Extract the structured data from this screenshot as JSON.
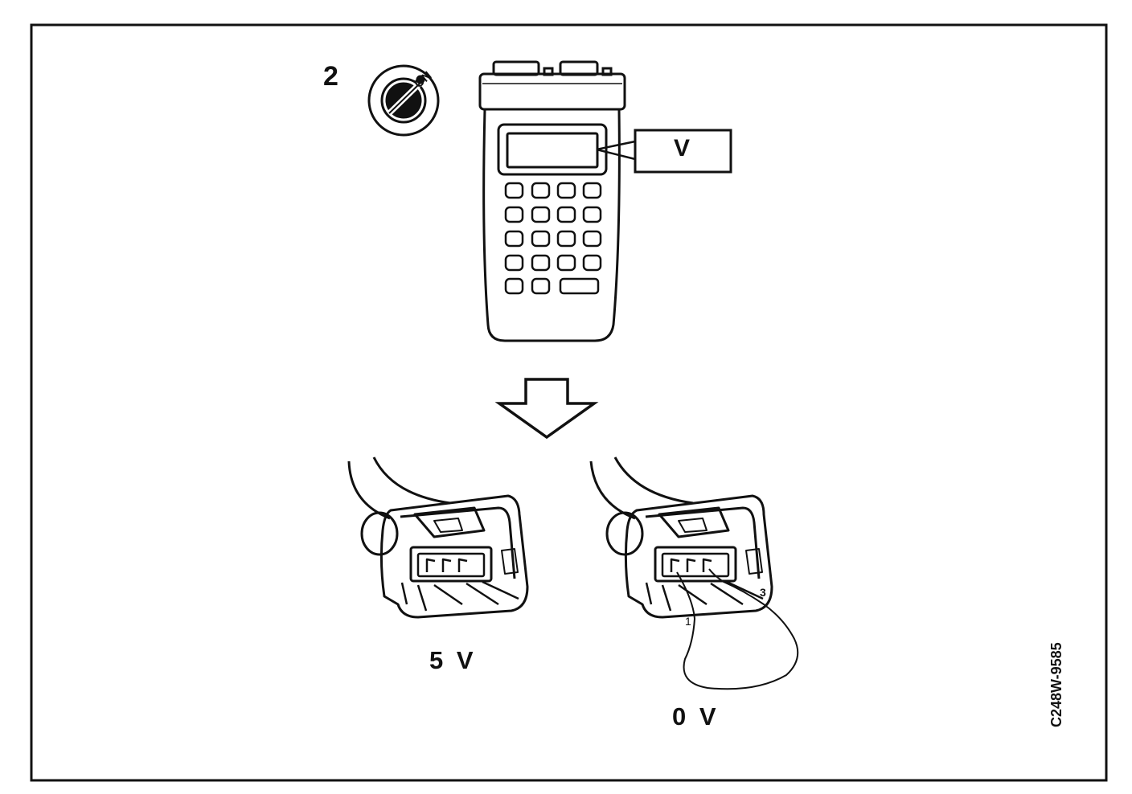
{
  "step": {
    "number": "2"
  },
  "ignition": {
    "position_text": "ON"
  },
  "meter": {
    "readout": "V"
  },
  "connectors": [
    {
      "caption": "5 V"
    },
    {
      "caption": "0 V",
      "pin_labels": [
        "1",
        "3"
      ]
    }
  ],
  "figure": {
    "code": "C248W-9585"
  },
  "icons": {
    "ignition": "ignition-key-switch-icon",
    "meter": "handheld-tester-icon",
    "arrow": "down-arrow-icon",
    "connector": "electrical-connector-icon",
    "jumper": "jumper-wire-icon"
  }
}
